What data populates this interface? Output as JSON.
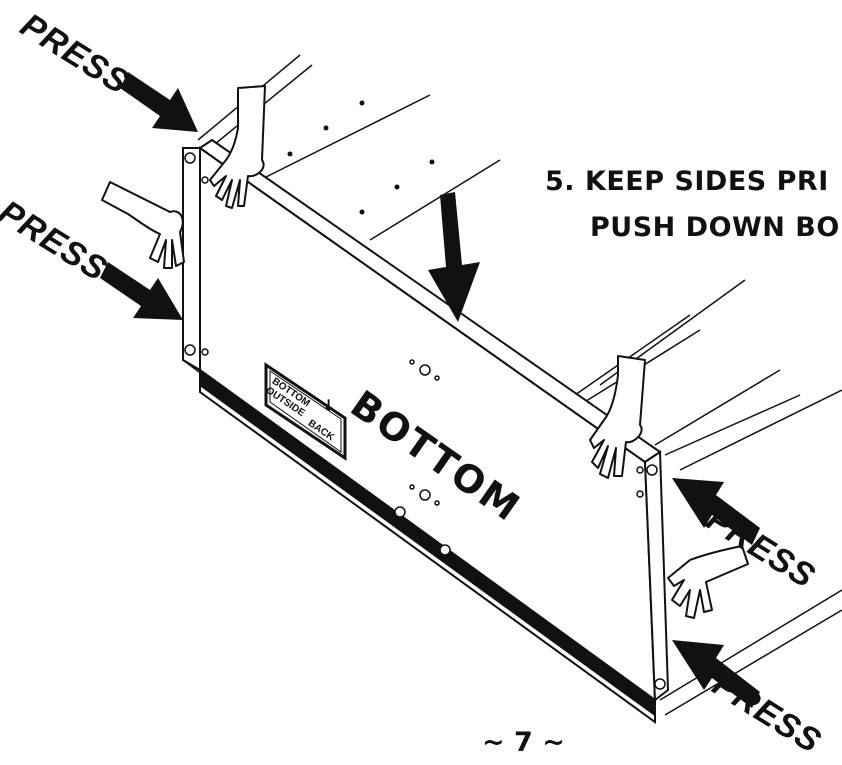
{
  "instruction": {
    "line1": "5. KEEP SIDES PRI",
    "line2": "PUSH DOWN BO"
  },
  "press_labels": [
    "PRESS",
    "PRESS",
    "PRESS",
    "PRESS"
  ],
  "panel": {
    "label": "BOTTOM",
    "sticker": {
      "line1": "BOTTOM",
      "line2": "OUTSIDE",
      "back_label": "BACK"
    }
  },
  "page_number": "~ 7 ~",
  "colors": {
    "ink": "#111111",
    "paper": "#ffffff"
  }
}
